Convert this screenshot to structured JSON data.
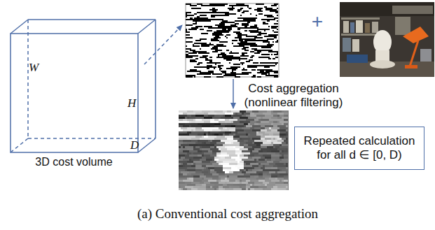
{
  "diagram": {
    "caption": "(a) Conventional cost aggregation",
    "nodes": [
      {
        "text": [
          "W",
          "H",
          "D",
          "3D cost volume"
        ]
      },
      {
        "text": [
          "Repeated calculation for all d ∈ [0, D)"
        ]
      }
    ],
    "labels": [
      "+",
      "Cost aggregation (nonlinear filtering)"
    ]
  }
}
